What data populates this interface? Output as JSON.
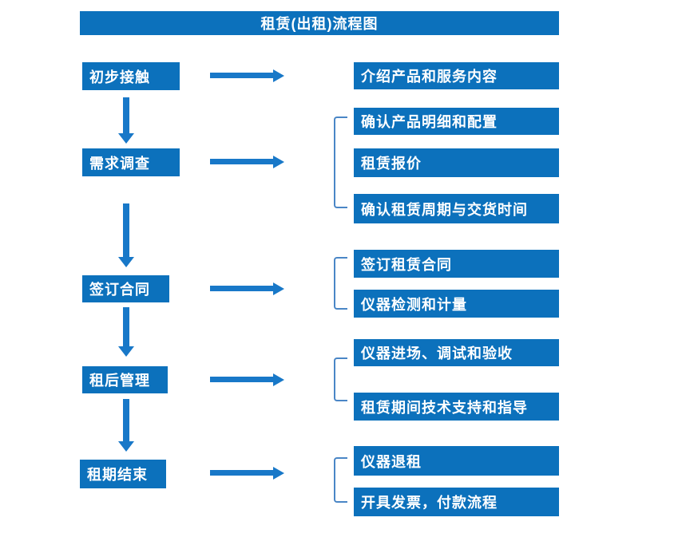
{
  "title": "租赁(出租)流程图",
  "colors": {
    "box": "#0c71bc",
    "arrow": "#1878c8",
    "bracket": "#4a86c6",
    "text": "#ffffff"
  },
  "steps": [
    {
      "label": "初步接触",
      "outputs": [
        "介绍产品和服务内容"
      ]
    },
    {
      "label": "需求调查",
      "outputs": [
        "确认产品明细和配置",
        "租赁报价",
        "确认租赁周期与交货时间"
      ]
    },
    {
      "label": "签订合同",
      "outputs": [
        "签订租赁合同",
        "仪器检测和计量"
      ]
    },
    {
      "label": "租后管理",
      "outputs": [
        "仪器进场、调试和验收",
        "租赁期间技术支持和指导"
      ]
    },
    {
      "label": "租期结束",
      "outputs": [
        "仪器退租",
        "开具发票，付款流程"
      ]
    }
  ]
}
